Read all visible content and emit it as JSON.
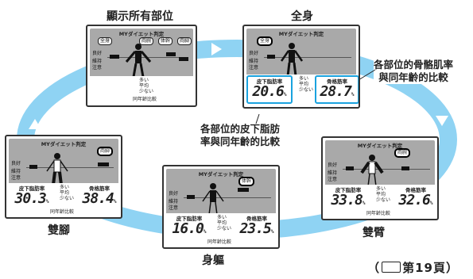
{
  "labels": {
    "top_left": "顯示所有部位",
    "top_right": "全身",
    "right": "雙臂",
    "bottom": "身軀",
    "left": "雙腳"
  },
  "notes": {
    "skeletal": [
      "各部位的骨骼肌率",
      "與同年齡的比較"
    ],
    "subcut": [
      "各部位的皮下脂肪",
      "率與同年齡的比較"
    ]
  },
  "reference": {
    "open": "（",
    "text": "第19頁",
    "close": "）"
  },
  "screen_common": {
    "title": "MYダイエット判定",
    "rows": [
      "良好",
      "維持",
      "注意"
    ],
    "scale": [
      "多い",
      "平均",
      "少ない"
    ],
    "scale_caption": "同年齢比較"
  },
  "screens": {
    "all_parts": {
      "modes": [
        "全身",
        "両腕",
        "体幹",
        "両脚"
      ]
    },
    "whole_body": {
      "mode": "全身",
      "left_label": "皮下脂肪率",
      "left_value": "20.6",
      "right_label": "骨格筋率",
      "right_value": "28.7",
      "unit": "%"
    },
    "arms": {
      "mode": "両腕",
      "left_label": "皮下脂肪率",
      "left_value": "33.8",
      "right_label": "骨格筋率",
      "right_value": "32.6",
      "unit": "%"
    },
    "trunk": {
      "mode": "体幹",
      "left_label": "皮下脂肪率",
      "left_value": "16.0",
      "right_label": "骨格筋率",
      "right_value": "23.5",
      "unit": "%"
    },
    "legs": {
      "mode": "両脚",
      "left_label": "皮下脂肪率",
      "left_value": "30.3",
      "right_label": "骨格筋率",
      "right_value": "38.4",
      "unit": "%"
    }
  },
  "colors": {
    "ring": "#8fd3f3",
    "arrow": "#ffffff",
    "highlight": "#1aa3df"
  }
}
